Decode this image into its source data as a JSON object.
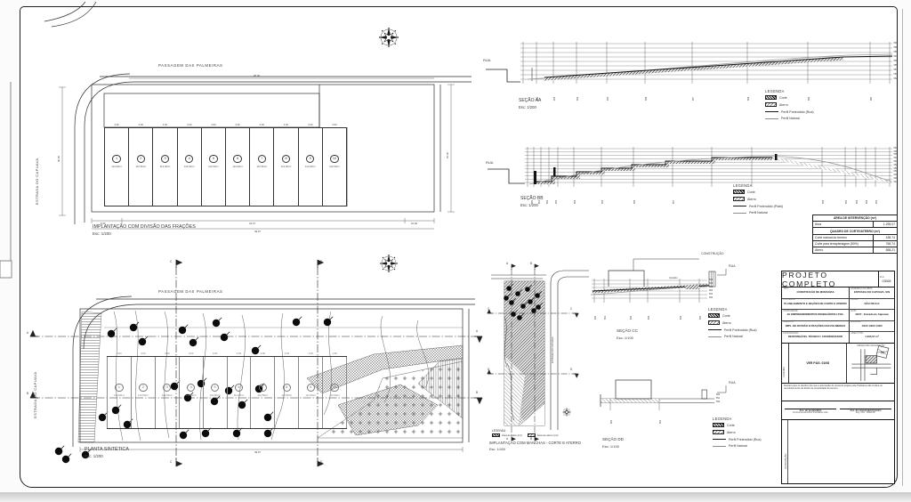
{
  "plan_top": {
    "street_top": "PASSAGEM DAS PALMEIRAS",
    "street_left": "ESTRADA DO CAPUAVA",
    "title": "IMPLANTAÇÃO COM DIVISÃO DAS FRAÇÕES",
    "scale": "Esc: 1/200",
    "lot_width_dim": "4,50",
    "lot_area": "112,50m²",
    "lot_numbers": [
      "1",
      "2",
      "3",
      "4",
      "5",
      "6",
      "7",
      "8",
      "9",
      "10"
    ],
    "dims": {
      "top": "45,00",
      "left": "30,00",
      "right": "25,00",
      "bottom_left": "5,00",
      "bottom_mid": "34,07",
      "bottom_right": "10,00",
      "overall": "49,07"
    }
  },
  "plan_bottom": {
    "street_top": "PASSAGEM DAS PALMEIRAS",
    "street_left": "ESTRADA DO CAPUAVA",
    "title": "PLANTA SINTÉTICA",
    "scale": "Esc: 1/200",
    "overall_dim": "49,07",
    "cut_labels": {
      "a": "A",
      "b": "B",
      "c": "C",
      "d": "D"
    }
  },
  "plan_strip": {
    "title": "IMPLANTAÇÃO COM MANCHAS - CORTE E ATERRO",
    "scale": "Esc: 1/400",
    "road_label": "ESTRADA DO CAPUAVA",
    "legend_title": "LEGENDA",
    "legend": [
      {
        "label": "Área de corte (m²)"
      },
      {
        "label": "Área de aterro (m²)"
      }
    ]
  },
  "sections": {
    "aa": {
      "title": "SEÇÃO AA",
      "scale": "Esc: 1/200",
      "road_label": "RUA",
      "elevations": [
        "660",
        "659",
        "658",
        "657",
        "656",
        "655",
        "654",
        "653",
        "652"
      ],
      "stations": [
        "652",
        "653",
        "654",
        "655",
        "656",
        "657",
        "658",
        "659",
        "660"
      ]
    },
    "bb": {
      "title": "SEÇÃO BB",
      "scale": "Esc: 1/200",
      "road_label": "RUA",
      "elevations": [
        "657",
        "656",
        "655",
        "654",
        "653",
        "652",
        "651",
        "650",
        "649",
        "648",
        "647"
      ],
      "stations": [
        "650",
        "651",
        "652",
        "653",
        "654",
        "655",
        "656",
        "657",
        "656",
        "655",
        "654",
        "653",
        "652"
      ]
    },
    "cc": {
      "title": "SEÇÃO CC",
      "scale": "Esc: 1/100",
      "road_label": "RUA",
      "building_label": "CONSTRUÇÃO",
      "note": "Vestiário",
      "elevations": [
        "655",
        "654",
        "653",
        "652",
        "651",
        "650"
      ],
      "stations": [
        "650",
        "651",
        "652",
        "653",
        "654",
        "655"
      ]
    },
    "dd": {
      "title": "SEÇÃO DD",
      "scale": "Esc: 1/100",
      "road_label": "RUA",
      "elevations": [
        "652",
        "651",
        "650"
      ],
      "stations": [
        "650",
        "651"
      ]
    }
  },
  "legends": [
    {
      "id": "aa",
      "title": "LEGENDA",
      "items": [
        {
          "type": "corte",
          "label": "Corte"
        },
        {
          "type": "aterro",
          "label": "Aterro"
        },
        {
          "type": "line-dark",
          "label": "Perfil Pretendido (Rua)"
        },
        {
          "type": "line-gray",
          "label": "Perfil Natural"
        }
      ]
    },
    {
      "id": "bb",
      "title": "LEGENDA",
      "items": [
        {
          "type": "corte",
          "label": "Corte"
        },
        {
          "type": "aterro",
          "label": "Aterro"
        },
        {
          "type": "line-dark",
          "label": "Perfil Pretendido (Platô)"
        },
        {
          "type": "line-gray",
          "label": "Perfil Natural"
        }
      ]
    },
    {
      "id": "cc",
      "title": "LEGENDA",
      "items": [
        {
          "type": "corte",
          "label": "Corte"
        },
        {
          "type": "aterro",
          "label": "Aterro"
        },
        {
          "type": "line-dark",
          "label": "Perfil Pretendido (Rua)"
        },
        {
          "type": "line-gray",
          "label": "Perfil Natural"
        }
      ]
    },
    {
      "id": "dd",
      "title": "LEGENDA",
      "items": [
        {
          "type": "corte",
          "label": "Corte"
        },
        {
          "type": "aterro",
          "label": "Aterro"
        },
        {
          "type": "line-dark",
          "label": "Perfil Pretendido (Rua)"
        },
        {
          "type": "line-gray",
          "label": "Perfil Natural"
        }
      ]
    }
  ],
  "quantities_table": {
    "header1": "ÁREA DE INTERVENÇÃO (m²)",
    "rows1": [
      {
        "label": "Área",
        "value": "1.295,07"
      }
    ],
    "header2": "QUADRO DE CORTE/ATERRO (m³)",
    "rows2": [
      {
        "label": "Corte natural do terreno",
        "value": "438,74"
      },
      {
        "label": "Corte para terraplenagem (50%)",
        "value": "768,74"
      },
      {
        "label": "Aterro",
        "value": "658,21"
      }
    ]
  },
  "titleblock": {
    "title": "PROJETO COMPLETO",
    "fls_label": "FLS.",
    "sheet_no": "03/08",
    "rows": [
      {
        "label": "TIPO:",
        "value": "CONSTRUÇÃO DE MORADIAS"
      },
      {
        "label": "CONTEÚDO:",
        "value": "PLANEJAMENTO E SEÇÕES DE CORTE E ATERRO"
      },
      {
        "label": "PROPONENTE:",
        "value": "JG EMPREENDIMENTOS IMOBILIÁRIOS LTDA."
      },
      {
        "label": "ASSUNTO:",
        "value": "IMPL. DE DIVISÃO E FRAÇÕES DAS PALMEIRAS"
      },
      {
        "label": "PROFISSIONAL:",
        "value": "RESPONSÁVEL TÉCNICO / COORDENADOR"
      }
    ],
    "side_rows": [
      {
        "label": "ENDEREÇO DA OBRA:",
        "value": "ESTRADA DO CAPUAVA, S/N"
      },
      {
        "label": "LOCAL:",
        "value": "SÃO PAULO"
      },
      {
        "label": "DATA:",
        "value": "10/07 - Estrada do Capuava"
      },
      {
        "label": "ESCALAS:",
        "value": "1/100  1/200  1/400"
      },
      {
        "label": "ÁREA TOTAL:",
        "value": "1.295,07 m²"
      }
    ],
    "stamp_label": "CARIMBO",
    "center_note": "VER PÁG. 01/08",
    "croqui_label": "CROQUI DE LOCALIZAÇÃO",
    "north_mark": "N",
    "disclaimer": "Declaro para os devidos fins que a aprovação do presente projeto pela Prefeitura não implica no reconhecimento do direito de propriedade do terreno.",
    "signatures": [
      {
        "line": "Ass. do proprietário",
        "sub": "JG Empreendimentos Imobiliários Ltda."
      },
      {
        "line": "Ass. do responsável técnico",
        "sub": "Eng. Civil - CREA/SP"
      }
    ],
    "approval_label": "APROVAÇÃO"
  }
}
